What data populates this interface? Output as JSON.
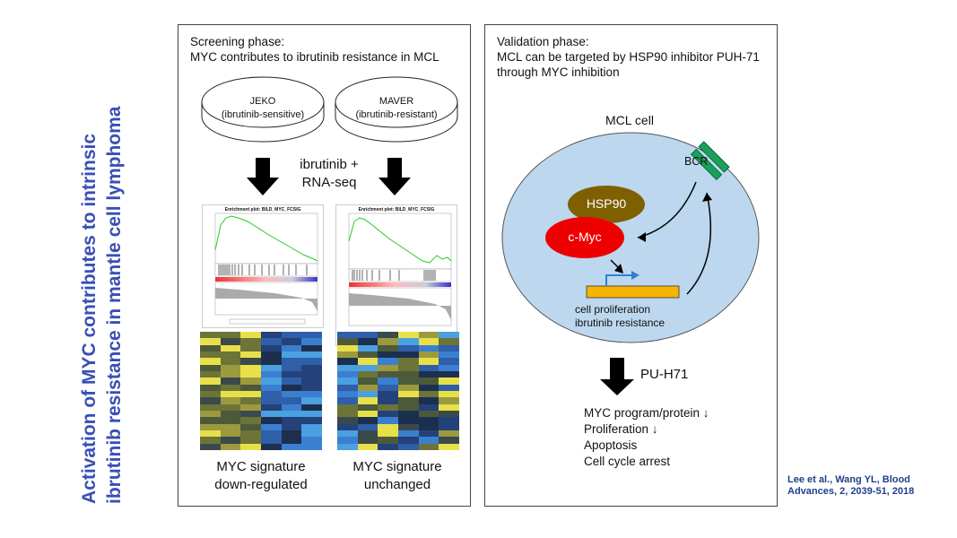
{
  "side_title": {
    "line1": "Activation of MYC contributes to intrinsic",
    "line2": "ibrutinib resistance in mantle cell lymphoma"
  },
  "screening": {
    "title_line1": "Screening phase:",
    "title_line2": "MYC contributes to ibrutinib resistance in MCL",
    "dish_left": {
      "name": "JEKO",
      "desc": "(ibrutinib-sensitive)"
    },
    "dish_right": {
      "name": "MAVER",
      "desc": "(ibrutinib-resistant)"
    },
    "treatment_line1": "ibrutinib +",
    "treatment_line2": "RNA-seq",
    "plot_title": "Enrichment plot: BILD_MYC_FCSIG",
    "result_left_line1": "MYC signature",
    "result_left_line2": "down-regulated",
    "result_right_line1": "MYC signature",
    "result_right_line2": "unchanged"
  },
  "validation": {
    "title_line1": "Validation phase:",
    "title_line2": "MCL can be targeted by HSP90 inhibitor PUH-71",
    "title_line3": "through MYC inhibition",
    "cell_label": "MCL cell",
    "bcr_label": "BCR",
    "hsp90_label": "HSP90",
    "cmyc_label": "c-Myc",
    "gene_text_line1": "cell proliferation",
    "gene_text_line2": "ibrutinib resistance",
    "drug_label": "PU-H71",
    "outcomes": [
      "MYC program/protein ↓",
      "Proliferation ↓",
      "Apoptosis",
      "Cell cycle arrest"
    ]
  },
  "citation": {
    "line1": "Lee et al., Wang YL, Blood",
    "line2": "Advances, 2, 2039-51, 2018"
  },
  "colors": {
    "title_blue": "#3a4fb5",
    "cell_fill": "#bdd7ee",
    "hsp90": "#7f6000",
    "cmyc": "#ee0000",
    "bcr": "#19a15a",
    "gene_bar": "#f4b400",
    "promoter_arrow": "#2f7fd0",
    "citation": "#1f3f8a"
  }
}
